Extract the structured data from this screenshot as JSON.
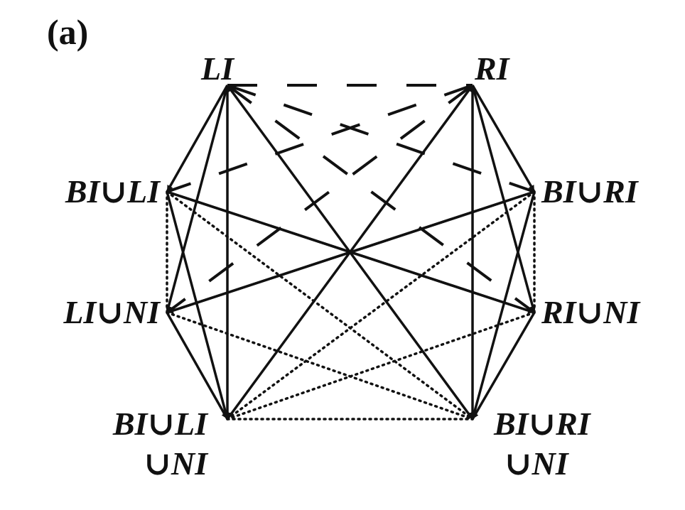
{
  "panel_label": "(a)",
  "nodes": [
    {
      "id": "LI",
      "label": "LI",
      "label2": ""
    },
    {
      "id": "RI",
      "label": "RI",
      "label2": ""
    },
    {
      "id": "BILI",
      "label": "BI∪LI",
      "label2": ""
    },
    {
      "id": "BIRI",
      "label": "BI∪RI",
      "label2": ""
    },
    {
      "id": "LINI",
      "label": "LI∪NI",
      "label2": ""
    },
    {
      "id": "RINI",
      "label": "RI∪NI",
      "label2": ""
    },
    {
      "id": "BILINI",
      "label": "BI∪LI",
      "label2": "∪NI"
    },
    {
      "id": "BIRINI",
      "label": "BI∪RI",
      "label2": "∪NI"
    }
  ],
  "edges": [
    {
      "from": "LI",
      "to": "BILI",
      "style": "solid",
      "arrow": true
    },
    {
      "from": "LI",
      "to": "LINI",
      "style": "solid",
      "arrow": true
    },
    {
      "from": "LI",
      "to": "BILINI",
      "style": "solid",
      "arrow": true
    },
    {
      "from": "BIRINI",
      "to": "LI",
      "style": "solid",
      "arrow": true
    },
    {
      "from": "RI",
      "to": "BIRI",
      "style": "solid",
      "arrow": true
    },
    {
      "from": "RI",
      "to": "RINI",
      "style": "solid",
      "arrow": true
    },
    {
      "from": "RI",
      "to": "BIRINI",
      "style": "solid",
      "arrow": true
    },
    {
      "from": "BILINI",
      "to": "RI",
      "style": "solid",
      "arrow": true
    },
    {
      "from": "BILI",
      "to": "BILINI",
      "style": "solid",
      "arrow": true
    },
    {
      "from": "LINI",
      "to": "BILINI",
      "style": "solid",
      "arrow": true
    },
    {
      "from": "BIRI",
      "to": "BIRINI",
      "style": "solid",
      "arrow": true
    },
    {
      "from": "RINI",
      "to": "BIRINI",
      "style": "solid",
      "arrow": true
    },
    {
      "from": "BILI",
      "to": "RINI",
      "style": "solid",
      "arrow": true
    },
    {
      "from": "RINI",
      "to": "BILI",
      "style": "solid",
      "arrow": false
    },
    {
      "from": "LINI",
      "to": "BIRI",
      "style": "solid",
      "arrow": false
    },
    {
      "from": "BIRI",
      "to": "LINI",
      "style": "solid",
      "arrow": true
    },
    {
      "from": "LI",
      "to": "RI",
      "style": "dashed",
      "arrow": false
    },
    {
      "from": "LI",
      "to": "BIRI",
      "style": "dashed",
      "arrow": false
    },
    {
      "from": "LI",
      "to": "RINI",
      "style": "dashed",
      "arrow": false
    },
    {
      "from": "RI",
      "to": "BILI",
      "style": "dashed",
      "arrow": false
    },
    {
      "from": "RI",
      "to": "LINI",
      "style": "dashed",
      "arrow": false
    },
    {
      "from": "BILI",
      "to": "BIRINI",
      "style": "dotted",
      "arrow": false
    },
    {
      "from": "LINI",
      "to": "BIRINI",
      "style": "dotted",
      "arrow": false
    },
    {
      "from": "BIRI",
      "to": "BILINI",
      "style": "dotted",
      "arrow": false
    },
    {
      "from": "RINI",
      "to": "BILINI",
      "style": "dotted",
      "arrow": false
    },
    {
      "from": "BILINI",
      "to": "BIRINI",
      "style": "dotted",
      "arrow": false
    },
    {
      "from": "BILI",
      "to": "LINI",
      "style": "dotted",
      "arrow": false
    },
    {
      "from": "BIRI",
      "to": "RINI",
      "style": "dotted",
      "arrow": false
    }
  ]
}
